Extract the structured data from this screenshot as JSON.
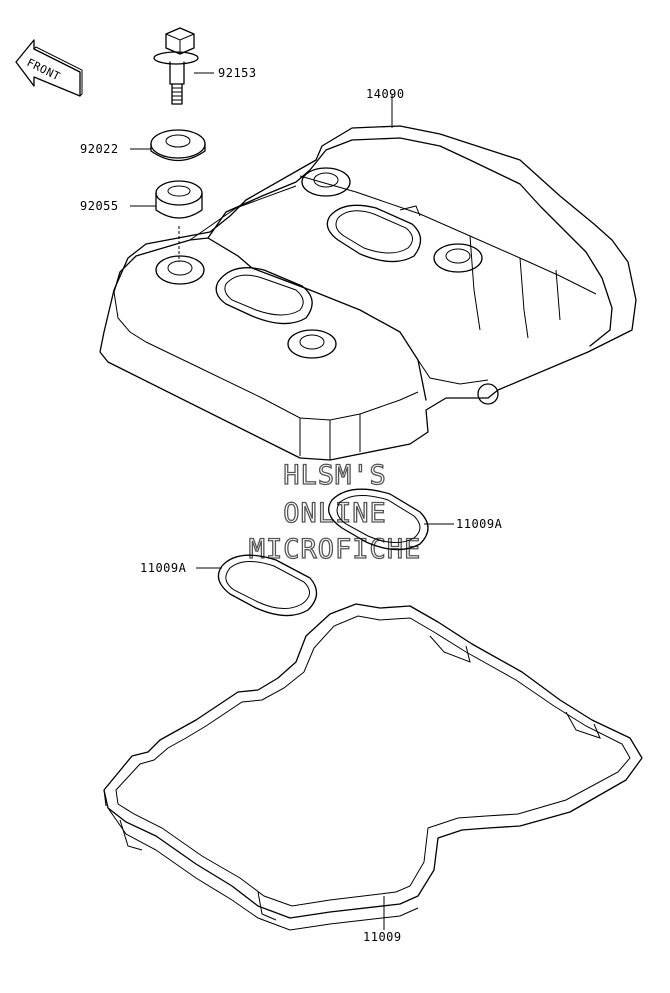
{
  "front_indicator": {
    "text": "FRONT"
  },
  "parts": {
    "bolt": "92153",
    "washer": "92022",
    "grommet": "92055",
    "cover": "14090",
    "plug_gasket_upper": "11009A",
    "plug_gasket_lower": "11009A",
    "cover_gasket": "11009"
  },
  "watermark": {
    "line1": "HLSM'S",
    "line2": "ONLINE",
    "line3": "MICROFICHE"
  },
  "colors": {
    "line": "#000000",
    "background": "#ffffff",
    "watermark_outline": "#555555"
  }
}
